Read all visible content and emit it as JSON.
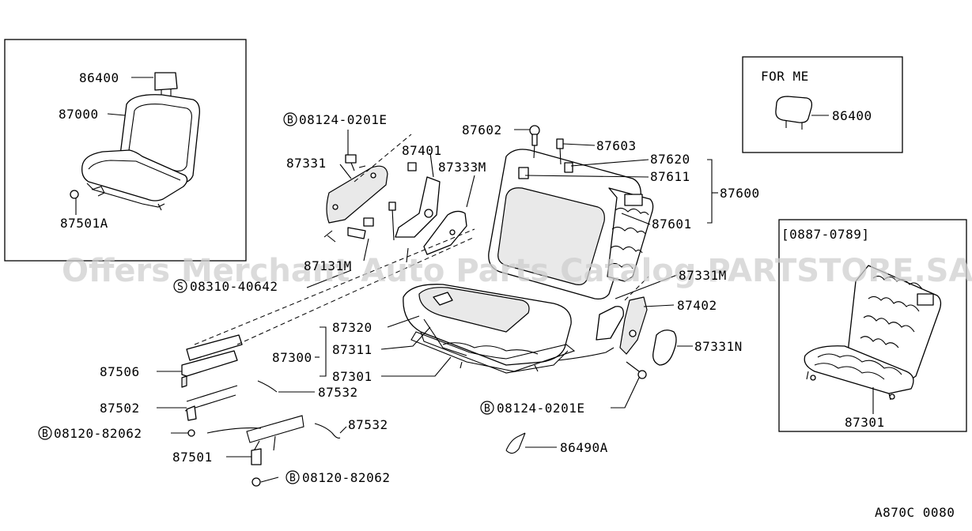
{
  "diagram": {
    "watermark": "Offers Merchant Auto Parts Catalog PARTSTORE.SA",
    "figure_code": "A870C 0080",
    "inset_for_me_title": "FOR ME",
    "inset_range_title": "[0887-0789]",
    "symbol_b": "B",
    "symbol_s": "S",
    "labels": {
      "p86400_main": "86400",
      "p87000": "87000",
      "p87501A": "87501A",
      "p86400_inset": "86400",
      "p87301_inset": "87301",
      "p08124_top": "08124-0201E",
      "p87331": "87331",
      "p87401": "87401",
      "p87333M": "87333M",
      "p87602": "87602",
      "p87603": "87603",
      "p87620": "87620",
      "p87611": "87611",
      "p87600": "87600",
      "p87601": "87601",
      "p87131M": "87131M",
      "p08310": "08310-40642",
      "p87331M": "87331M",
      "p87402": "87402",
      "p87320": "87320",
      "p87311": "87311",
      "p87300": "87300",
      "p87301": "87301",
      "p87331N": "87331N",
      "p87506": "87506",
      "p87532_a": "87532",
      "p87502": "87502",
      "p08120_a": "08120-82062",
      "p87532_b": "87532",
      "p87501": "87501",
      "p08120_b": "08120-82062",
      "p08124_bottom": "08124-0201E",
      "p86490A": "86490A"
    }
  }
}
